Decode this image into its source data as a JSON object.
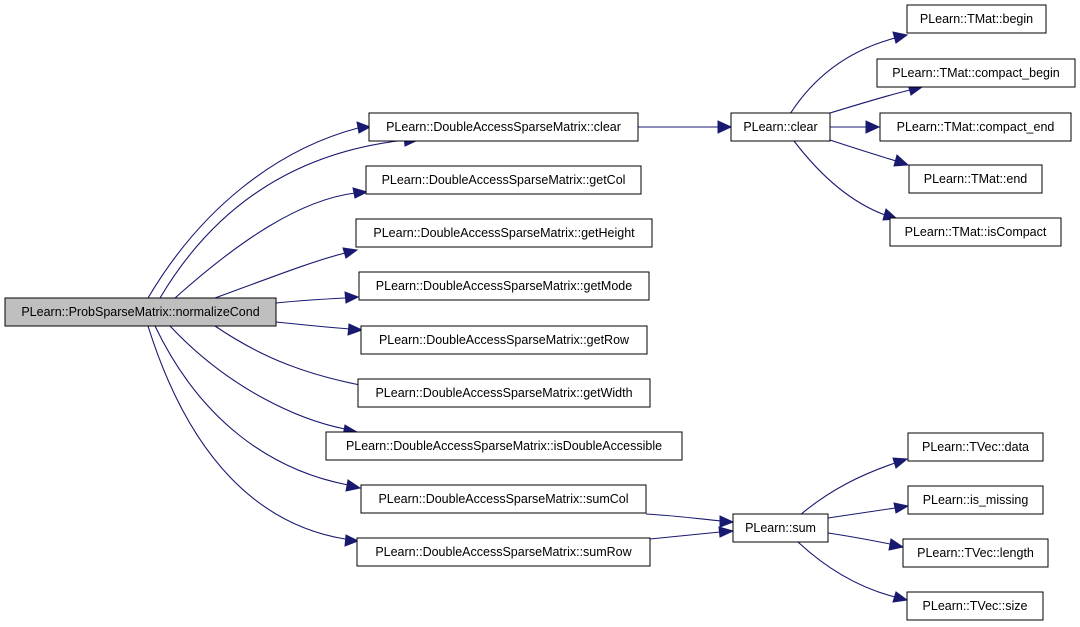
{
  "colors": {
    "edge": "#191970",
    "root_fill": "#bfbfbf",
    "node_fill": "#ffffff",
    "node_border": "#000000"
  },
  "nodes": {
    "root": "PLearn::ProbSparseMatrix::normalizeCond",
    "clear": "PLearn::DoubleAccessSparseMatrix::clear",
    "getCol": "PLearn::DoubleAccessSparseMatrix::getCol",
    "getHeight": "PLearn::DoubleAccessSparseMatrix::getHeight",
    "getMode": "PLearn::DoubleAccessSparseMatrix::getMode",
    "getRow": "PLearn::DoubleAccessSparseMatrix::getRow",
    "getWidth": "PLearn::DoubleAccessSparseMatrix::getWidth",
    "isDoubleAccessible": "PLearn::DoubleAccessSparseMatrix::isDoubleAccessible",
    "sumCol": "PLearn::DoubleAccessSparseMatrix::sumCol",
    "sumRow": "PLearn::DoubleAccessSparseMatrix::sumRow",
    "pclear": "PLearn::clear",
    "psum": "PLearn::sum",
    "tmat_begin": "PLearn::TMat::begin",
    "tmat_compact_begin": "PLearn::TMat::compact_begin",
    "tmat_compact_end": "PLearn::TMat::compact_end",
    "tmat_end": "PLearn::TMat::end",
    "tmat_isCompact": "PLearn::TMat::isCompact",
    "tvec_data": "PLearn::TVec::data",
    "is_missing": "PLearn::is_missing",
    "tvec_length": "PLearn::TVec::length",
    "tvec_size": "PLearn::TVec::size"
  }
}
